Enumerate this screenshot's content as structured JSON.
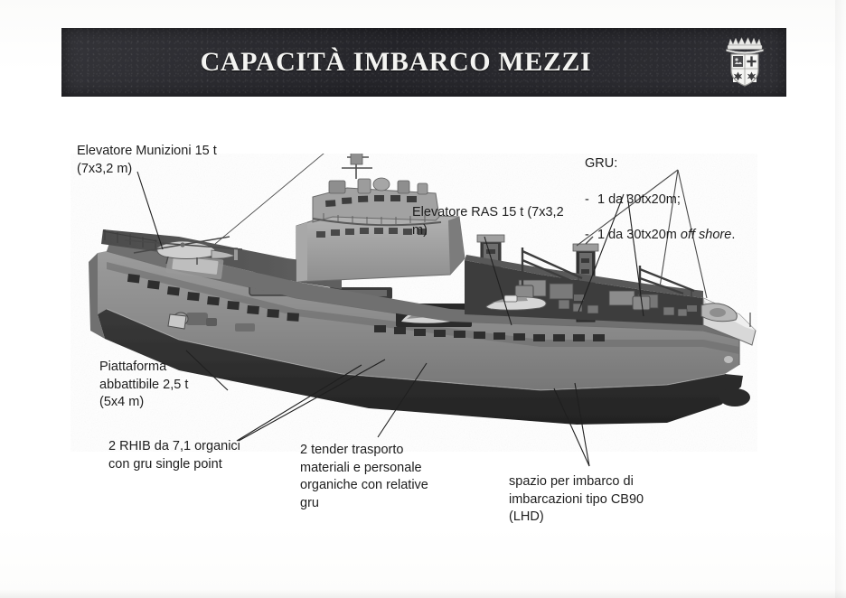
{
  "slide": {
    "title": "CAPACITÀ IMBARCO MEZZI",
    "crest_name": "italian-navy-crest",
    "banner_color": "#2b2b2f",
    "title_color": "#f4f4f2",
    "background_color": "#fdfdfd"
  },
  "figure": {
    "name": "lhd-ship-illustration",
    "description": "Nave anfibia LHD vista di lato"
  },
  "callouts": [
    {
      "id": "elevatore-munizioni",
      "text": "Elevatore Munizioni 15 t\n(7x3,2 m)"
    },
    {
      "id": "elevatore-ras",
      "text": "Elevatore RAS 15 t (7x3,2\nm)"
    },
    {
      "id": "piattaforma",
      "text": "Piattaforma\nabbattibile 2,5 t\n(5x4 m)"
    },
    {
      "id": "rhib",
      "text": "2 RHIB da 7,1 organici\ncon gru single point"
    },
    {
      "id": "tender",
      "text": "2 tender trasporto\nmateriali e personale\norganiche con relative\ngru"
    },
    {
      "id": "cb90",
      "text": "spazio per imbarco di\nimbarcazioni tipo CB90\n(LHD)"
    }
  ],
  "gru": {
    "title": "GRU:",
    "dash": "-",
    "item1": "1 da 30tx20m;",
    "item2_main": "1 da 30tx20m ",
    "item2_italic": "off shore",
    "item2_end": "."
  }
}
